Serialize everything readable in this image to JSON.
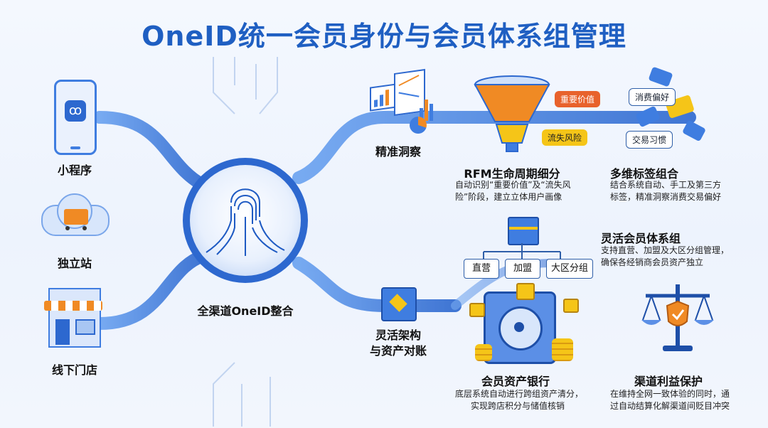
{
  "title": "OneID统一会员身份与会员体系组管理",
  "channels": [
    {
      "label": "小程序",
      "icon": "mini-program-phone-icon"
    },
    {
      "label": "独立站",
      "icon": "cloud-cart-icon"
    },
    {
      "label": "线下门店",
      "icon": "storefront-icon"
    }
  ],
  "hub": {
    "label": "全渠道OneID整合",
    "icon": "fingerprint-face-icon"
  },
  "insight": {
    "label": "精准洞察",
    "icon": "analytics-charts-icon"
  },
  "rfm": {
    "label": "RFM生命周期细分",
    "desc_line1": "自动识别“重要价值”及“流失风",
    "desc_line2": "险”阶段，建立立体用户画像",
    "tag_value": "重要价值",
    "tag_churn": "流失风险"
  },
  "tags": {
    "label": "多维标签组合",
    "desc_line1": "结合系统自动、手工及第三方",
    "desc_line2": "标签，精准洞察消费交易偏好",
    "tag_pref": "消费偏好",
    "tag_habit": "交易习惯"
  },
  "member_system": {
    "label": "灵活会员体系组",
    "desc_line1": "支持直营、加盟及大区分组管理，",
    "desc_line2": "确保各经销商会员资产独立",
    "org": [
      "直营",
      "加盟",
      "大区分组"
    ]
  },
  "architecture": {
    "label_line1": "灵活架构",
    "label_line2": "与资产对账"
  },
  "bank": {
    "label": "会员资产银行",
    "desc_line1": "底层系统自动进行跨组资产清分，",
    "desc_line2": "实现跨店积分与储值核销"
  },
  "protect": {
    "label": "渠道利益保护",
    "desc_line1": "在维持全网一致体验的同时，通",
    "desc_line2": "过自动结算化解渠道间贬目冲突"
  },
  "colors": {
    "brand": "#1f5fc2",
    "pipe": "#3f7de0",
    "orange": "#f08a24",
    "yellow": "#f5c518"
  }
}
